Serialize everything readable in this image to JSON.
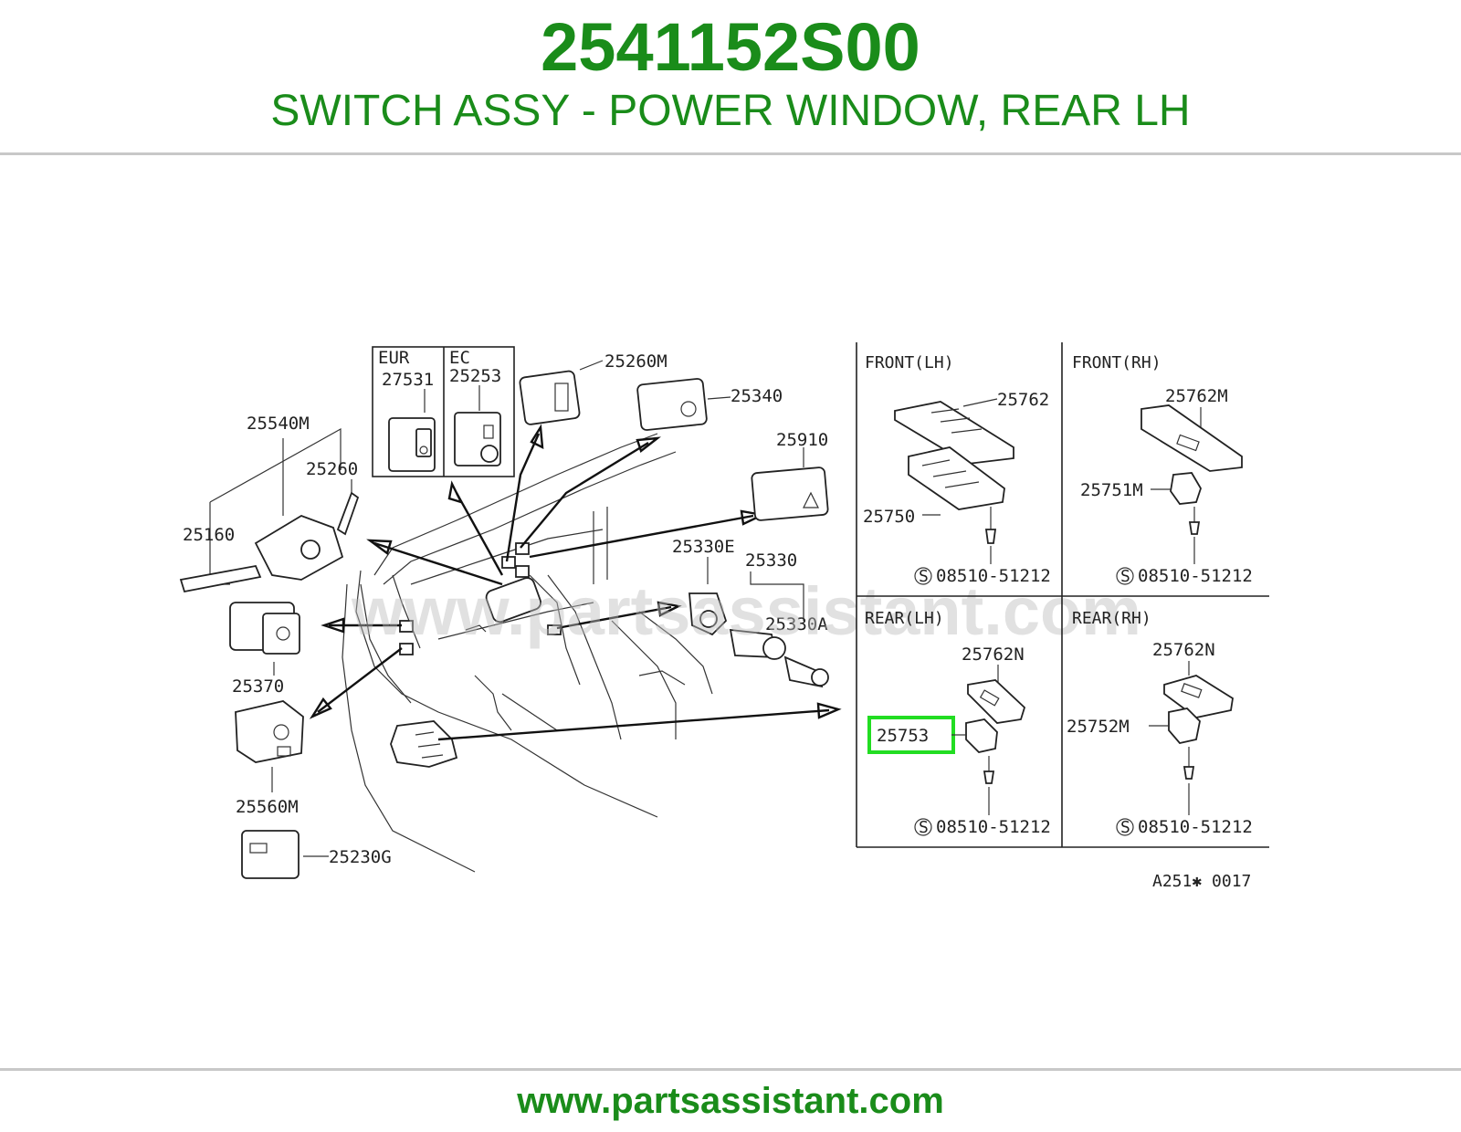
{
  "header": {
    "part_number": "2541152S00",
    "description": "SWITCH ASSY - POWER WINDOW, REAR LH"
  },
  "colors": {
    "brand_green": "#1a8c1a",
    "highlight_green": "#22dd22",
    "rule_gray": "#c8c8c8"
  },
  "watermark": "www.partsassistant.com",
  "diagram": {
    "inset_labels": {
      "eur": "EUR",
      "ec": "EC",
      "eur_part": "27531",
      "ec_part": "25253"
    },
    "left_parts": {
      "p25540M": "25540M",
      "p25260": "25260",
      "p25160": "25160",
      "p25370": "25370",
      "p25560M": "25560M",
      "p25230G": "25230G",
      "p25260M": "25260M",
      "p25340": "25340",
      "p25910": "25910",
      "p25330E": "25330E",
      "p25330": "25330",
      "p25330A": "25330A"
    },
    "grid": {
      "front_lh": {
        "title": "FRONT(LH)",
        "p1": "25762",
        "p2": "25750",
        "screw": "08510-51212"
      },
      "front_rh": {
        "title": "FRONT(RH)",
        "p1": "25762M",
        "p2": "25751M",
        "screw": "08510-51212"
      },
      "rear_lh": {
        "title": "REAR(LH)",
        "p1": "25762N",
        "p2": "25753",
        "screw": "08510-51212"
      },
      "rear_rh": {
        "title": "REAR(RH)",
        "p1": "25762N",
        "p2": "25752M",
        "screw": "08510-51212"
      },
      "screw_symbol": "S"
    },
    "ref_code": "A251✱ 0017"
  },
  "footer": {
    "url": "www.partsassistant.com"
  }
}
